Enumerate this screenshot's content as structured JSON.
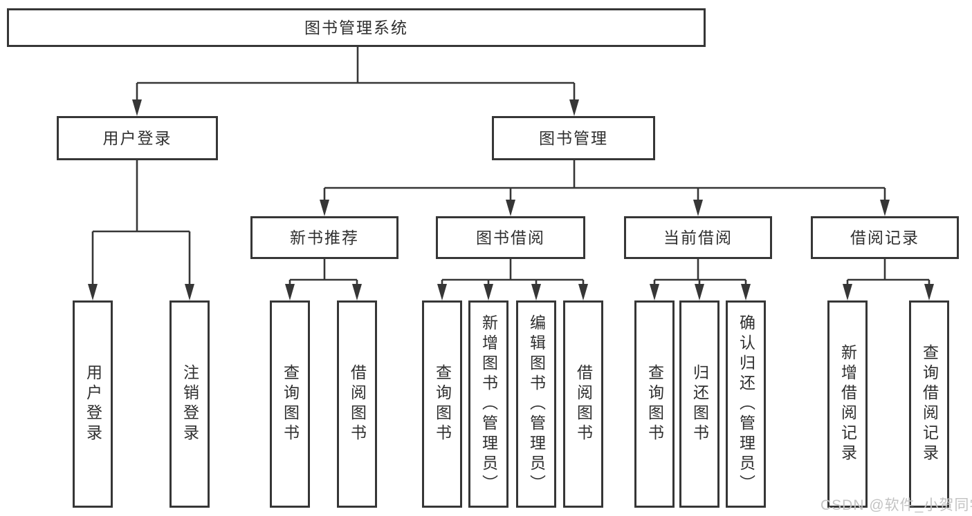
{
  "colors": {
    "line": "#363636",
    "text": "#2f2f2f",
    "box_fill": "#ffffff",
    "watermark": "#c3c3c3"
  },
  "watermark": {
    "text": "CSDN @软件_小贺同学"
  },
  "tree": {
    "label": "图书管理系统",
    "children": [
      {
        "label": "用户登录",
        "children": [
          {
            "label": "用户登录"
          },
          {
            "label": "注销登录"
          }
        ]
      },
      {
        "label": "图书管理",
        "children": [
          {
            "label": "新书推荐",
            "children": [
              {
                "label": "查询图书"
              },
              {
                "label": "借阅图书"
              }
            ]
          },
          {
            "label": "图书借阅",
            "children": [
              {
                "label": "查询图书"
              },
              {
                "label": "新增图书（管理员）"
              },
              {
                "label": "编辑图书（管理员）"
              },
              {
                "label": "借阅图书"
              }
            ]
          },
          {
            "label": "当前借阅",
            "children": [
              {
                "label": "查询图书"
              },
              {
                "label": "归还图书"
              },
              {
                "label": "确认归还（管理员）"
              }
            ]
          },
          {
            "label": "借阅记录",
            "children": [
              {
                "label": "新增借阅记录"
              },
              {
                "label": "查询借阅记录"
              }
            ]
          }
        ]
      }
    ]
  }
}
